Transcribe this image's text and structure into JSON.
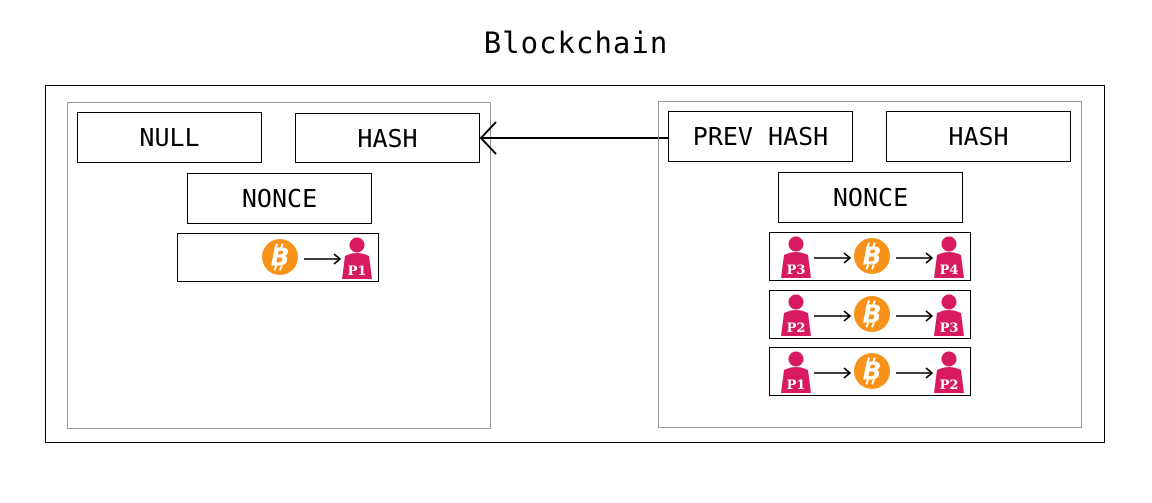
{
  "title": "Blockchain",
  "colors": {
    "bitcoin": "#f7931a",
    "person": "#d81b60",
    "border": "#000000",
    "block_border": "#999999"
  },
  "blocks": [
    {
      "fields": {
        "prev": "NULL",
        "hash": "HASH",
        "nonce": "NONCE"
      },
      "transactions": [
        {
          "from": "",
          "to": "P1"
        }
      ]
    },
    {
      "fields": {
        "prev": "PREV HASH",
        "hash": "HASH",
        "nonce": "NONCE"
      },
      "transactions": [
        {
          "from": "P3",
          "to": "P4"
        },
        {
          "from": "P2",
          "to": "P3"
        },
        {
          "from": "P1",
          "to": "P2"
        }
      ]
    }
  ],
  "icons": {
    "coin": "bitcoin-icon",
    "person": "person-icon",
    "arrow": "arrow-right-icon"
  }
}
